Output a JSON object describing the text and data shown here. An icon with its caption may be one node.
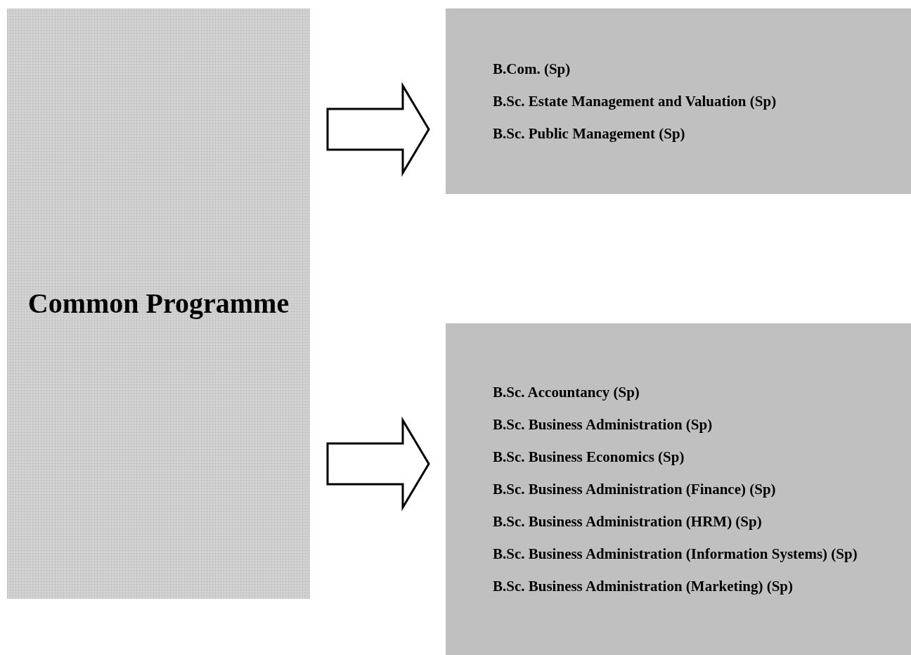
{
  "diagram": {
    "nodes": [
      {
        "text": [
          "Common Programme"
        ]
      },
      {
        "text": [
          "B.Com. (Sp)",
          "B.Sc. Estate Management and Valuation (Sp)",
          "B.Sc. Public Management (Sp)"
        ]
      },
      {
        "text": [
          "B.Sc. Accountancy (Sp)",
          "B.Sc. Business Administration (Sp)",
          "B.Sc. Business Economics (Sp)",
          "B.Sc. Business Administration (Finance) (Sp)",
          "B.Sc. Business Administration (HRM) (Sp)",
          "B.Sc. Business Administration (Information Systems) (Sp)",
          "B.Sc. Business Administration (Marketing) (Sp)"
        ]
      }
    ],
    "edges": [
      {
        "from": 0,
        "to": 1,
        "arrow": "to"
      },
      {
        "from": 0,
        "to": 2,
        "arrow": "to"
      }
    ]
  }
}
